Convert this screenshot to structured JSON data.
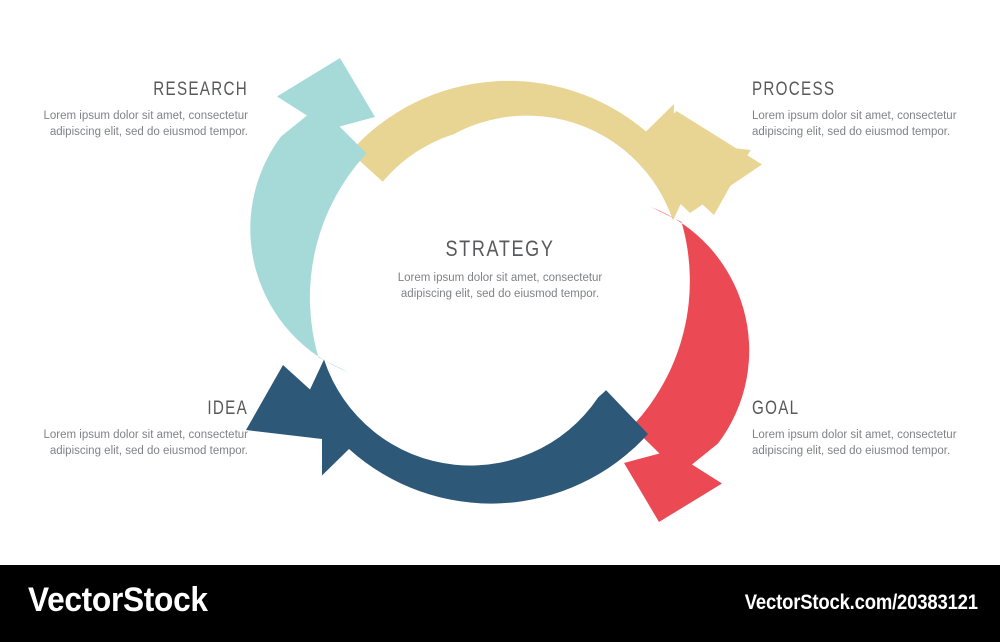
{
  "diagram": {
    "type": "cycle-arrow-infographic",
    "segment_count": 4,
    "center": {
      "title": "STRATEGY",
      "body": "Lorem ipsum dolor sit amet, consectetur adipiscing elit, sed do eiusmod tempor."
    },
    "colors": {
      "research": "#A6DAD8",
      "process": "#E8D593",
      "goal": "#EB4A55",
      "idea": "#2D5878",
      "title_text": "#58595b",
      "body_text": "#808285",
      "background": "#ffffff",
      "watermark_bar": "#000000",
      "watermark_text": "#ffffff"
    },
    "segments": [
      {
        "key": "research",
        "title": "RESEARCH",
        "body": "Lorem ipsum dolor sit amet, consectetur adipiscing elit, sed do eiusmod tempor.",
        "color": "#A6DAD8",
        "position": "top-left",
        "arrow_direction": "up-left"
      },
      {
        "key": "process",
        "title": "PROCESS",
        "body": "Lorem ipsum dolor sit amet, consectetur adipiscing elit, sed do eiusmod tempor.",
        "color": "#E8D593",
        "position": "top-right",
        "arrow_direction": "right-down"
      },
      {
        "key": "goal",
        "title": "GOAL",
        "body": "Lorem ipsum dolor sit amet, consectetur adipiscing elit, sed do eiusmod tempor.",
        "color": "#EB4A55",
        "position": "bottom-right",
        "arrow_direction": "down-right"
      },
      {
        "key": "idea",
        "title": "IDEA",
        "body": "Lorem ipsum dolor sit amet, consectetur adipiscing elit, sed do eiusmod tempor.",
        "color": "#2D5878",
        "position": "bottom-left",
        "arrow_direction": "left-up"
      }
    ]
  },
  "watermark": {
    "logo": "VectorStock",
    "url": "VectorStock.com/20383121"
  }
}
